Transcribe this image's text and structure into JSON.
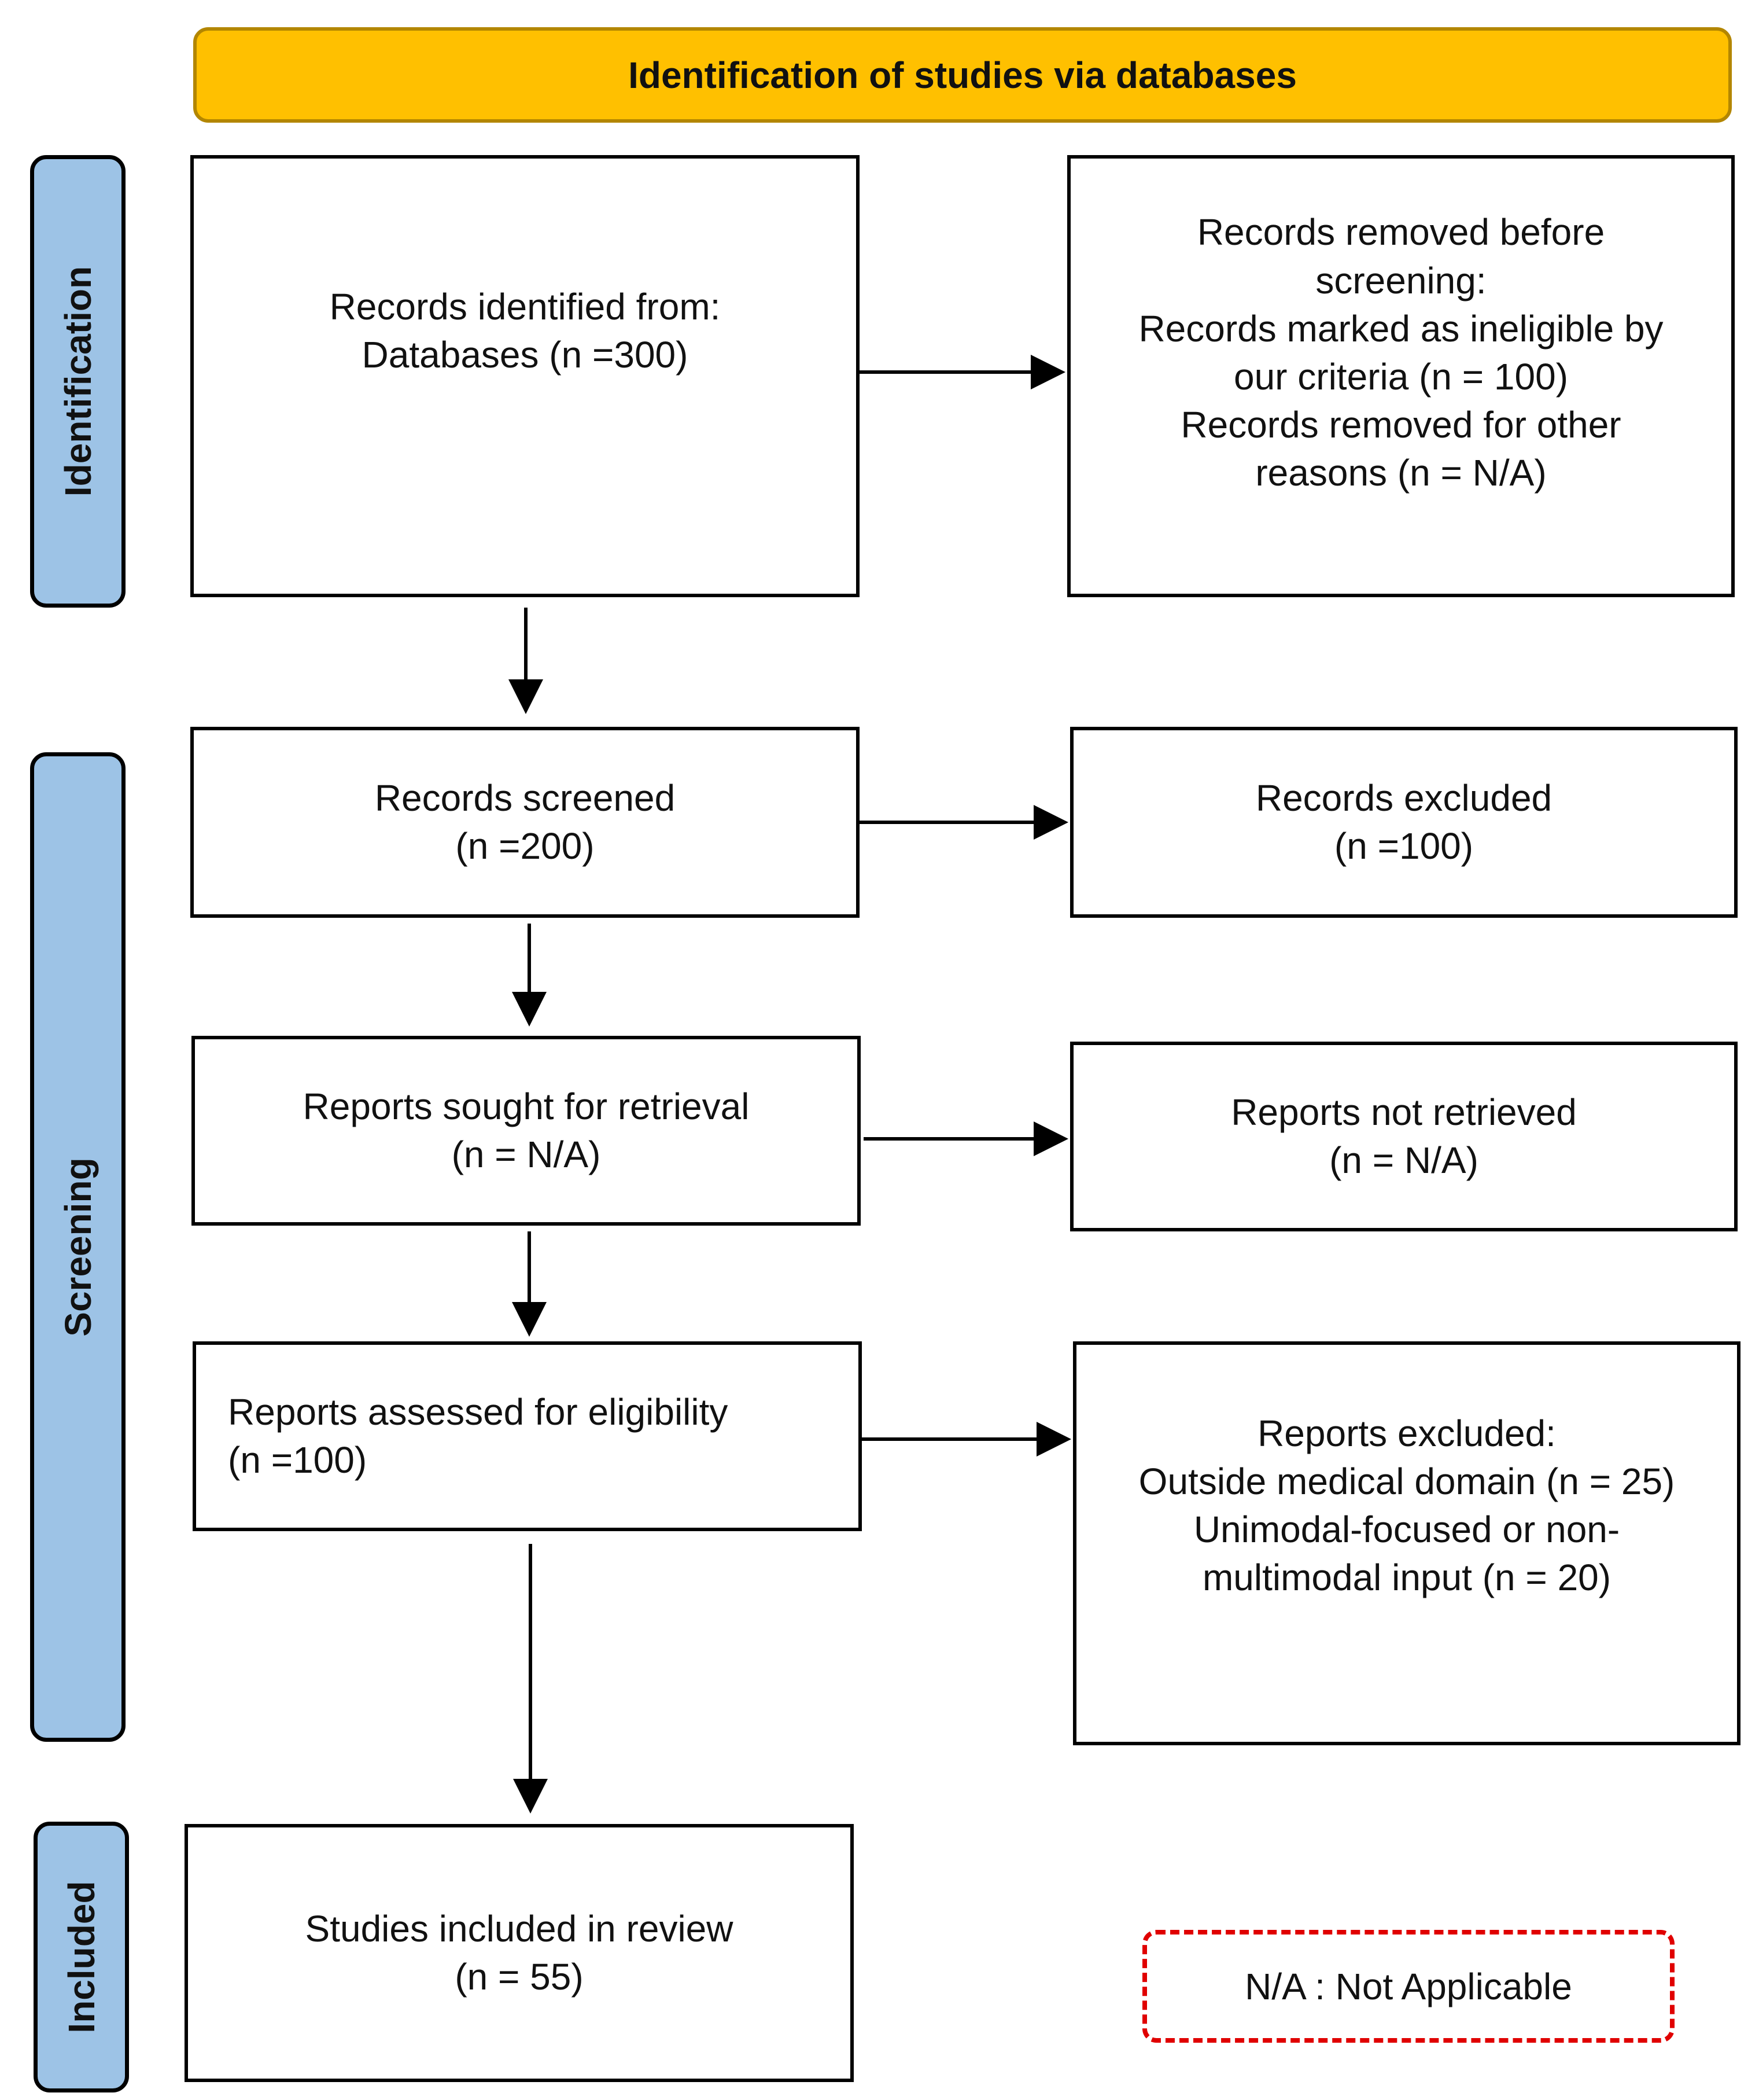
{
  "header": {
    "title": "Identification of studies via databases"
  },
  "stages": {
    "identification": "Identification",
    "screening": "Screening",
    "included": "Included"
  },
  "boxes": {
    "records_identified": [
      "Records identified from:",
      "Databases (n =300)"
    ],
    "records_removed": [
      "Records removed before",
      "screening:",
      "Records marked as ineligible by",
      "our criteria (n = 100)",
      "Records removed for other",
      "reasons (n = N/A)"
    ],
    "records_screened": [
      "Records screened",
      "(n =200)"
    ],
    "records_excluded": [
      "Records excluded",
      "(n =100)"
    ],
    "reports_sought": [
      "Reports sought for retrieval",
      "(n = N/A)"
    ],
    "reports_not_retrieved": [
      "Reports not retrieved",
      "(n = N/A)"
    ],
    "reports_assessed": [
      "Reports assessed for eligibility",
      "(n =100)"
    ],
    "reports_excluded": [
      "Reports excluded:",
      "Outside medical domain (n = 25)",
      "Unimodal-focused or non-",
      "multimodal input (n = 20)"
    ],
    "studies_included": [
      "Studies included in review",
      "(n = 55)"
    ]
  },
  "legend": {
    "text": "N/A : Not Applicable"
  }
}
